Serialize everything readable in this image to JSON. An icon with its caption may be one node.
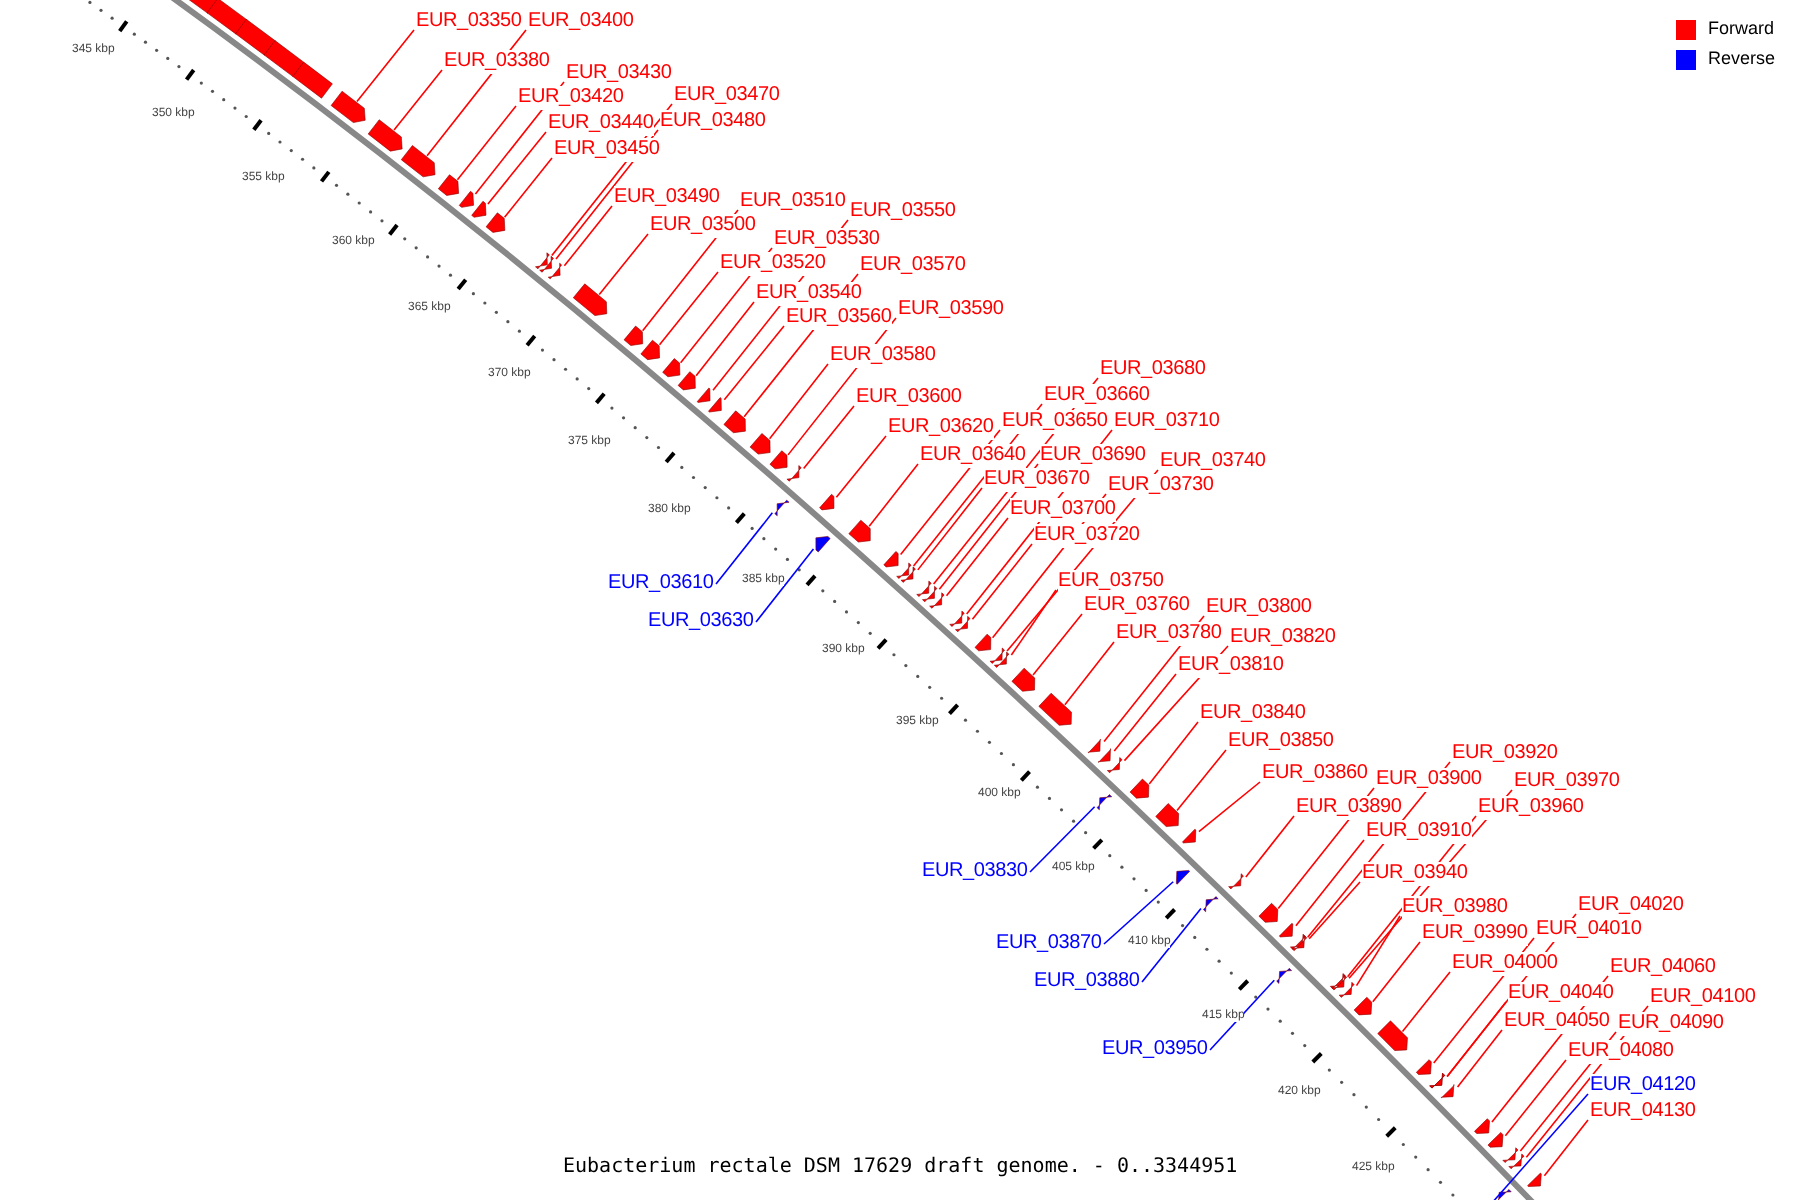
{
  "diagram": {
    "caption": "Eubacterium rectale DSM 17629 draft genome. - 0..3344951",
    "nodes": [
      {
        "text": [
          "EUR_03350"
        ]
      },
      {
        "text": [
          "EUR_03400"
        ]
      },
      {
        "text": [
          "EUR_03380"
        ]
      },
      {
        "text": [
          "EUR_03430"
        ]
      },
      {
        "text": [
          "EUR_03420"
        ]
      },
      {
        "text": [
          "EUR_03470"
        ]
      },
      {
        "text": [
          "EUR_03440"
        ]
      },
      {
        "text": [
          "EUR_03480"
        ]
      },
      {
        "text": [
          "EUR_03450"
        ]
      },
      {
        "text": [
          "EUR_03490"
        ]
      },
      {
        "text": [
          "EUR_03510"
        ]
      },
      {
        "text": [
          "EUR_03550"
        ]
      },
      {
        "text": [
          "EUR_03500"
        ]
      },
      {
        "text": [
          "EUR_03530"
        ]
      },
      {
        "text": [
          "EUR_03520"
        ]
      },
      {
        "text": [
          "EUR_03570"
        ]
      },
      {
        "text": [
          "EUR_03540"
        ]
      },
      {
        "text": [
          "EUR_03590"
        ]
      },
      {
        "text": [
          "EUR_03560"
        ]
      },
      {
        "text": [
          "EUR_03580"
        ]
      },
      {
        "text": [
          "EUR_03680"
        ]
      },
      {
        "text": [
          "EUR_03660"
        ]
      },
      {
        "text": [
          "EUR_03600"
        ]
      },
      {
        "text": [
          "EUR_03650"
        ]
      },
      {
        "text": [
          "EUR_03710"
        ]
      },
      {
        "text": [
          "EUR_03620"
        ]
      },
      {
        "text": [
          "EUR_03640"
        ]
      },
      {
        "text": [
          "EUR_03690"
        ]
      },
      {
        "text": [
          "EUR_03740"
        ]
      },
      {
        "text": [
          "EUR_03670"
        ]
      },
      {
        "text": [
          "EUR_03730"
        ]
      },
      {
        "text": [
          "EUR_03700"
        ]
      },
      {
        "text": [
          "EUR_03720"
        ]
      },
      {
        "text": [
          "EUR_03610"
        ]
      },
      {
        "text": [
          "EUR_03750"
        ]
      },
      {
        "text": [
          "EUR_03760"
        ]
      },
      {
        "text": [
          "EUR_03800"
        ]
      },
      {
        "text": [
          "EUR_03630"
        ]
      },
      {
        "text": [
          "EUR_03780"
        ]
      },
      {
        "text": [
          "EUR_03820"
        ]
      },
      {
        "text": [
          "EUR_03810"
        ]
      },
      {
        "text": [
          "EUR_03840"
        ]
      },
      {
        "text": [
          "EUR_03850"
        ]
      },
      {
        "text": [
          "EUR_03920"
        ]
      },
      {
        "text": [
          "EUR_03860"
        ]
      },
      {
        "text": [
          "EUR_03900"
        ]
      },
      {
        "text": [
          "EUR_03970"
        ]
      },
      {
        "text": [
          "EUR_03890"
        ]
      },
      {
        "text": [
          "EUR_03960"
        ]
      },
      {
        "text": [
          "EUR_03910"
        ]
      },
      {
        "text": [
          "EUR_03830"
        ]
      },
      {
        "text": [
          "EUR_03940"
        ]
      },
      {
        "text": [
          "EUR_03980"
        ]
      },
      {
        "text": [
          "EUR_04020"
        ]
      },
      {
        "text": [
          "EUR_03990"
        ]
      },
      {
        "text": [
          "EUR_04010"
        ]
      },
      {
        "text": [
          "EUR_03870"
        ]
      },
      {
        "text": [
          "EUR_04000"
        ]
      },
      {
        "text": [
          "EUR_04060"
        ]
      },
      {
        "text": [
          "EUR_03880"
        ]
      },
      {
        "text": [
          "EUR_04040"
        ]
      },
      {
        "text": [
          "EUR_04100"
        ]
      },
      {
        "text": [
          "EUR_04050"
        ]
      },
      {
        "text": [
          "EUR_04090"
        ]
      },
      {
        "text": [
          "EUR_03950"
        ]
      },
      {
        "text": [
          "EUR_04080"
        ]
      },
      {
        "text": [
          "EUR_04120"
        ]
      },
      {
        "text": [
          "EUR_04130"
        ]
      },
      {
        "text": [],
        "shape": "arrow"
      },
      {
        "text": [],
        "shape": "arrow"
      },
      {
        "text": [],
        "shape": "arrow"
      },
      {
        "text": [],
        "shape": "arrow"
      },
      {
        "text": [],
        "shape": "arrow"
      },
      {
        "text": [],
        "shape": "arrow"
      },
      {
        "text": [],
        "shape": "arrow"
      },
      {
        "text": [],
        "shape": "arrow"
      },
      {
        "text": [],
        "shape": "arrow"
      },
      {
        "text": [],
        "shape": "arrow"
      },
      {
        "text": [],
        "shape": "arrow"
      },
      {
        "text": [],
        "shape": "arrow"
      },
      {
        "text": [],
        "shape": "arrow"
      },
      {
        "text": [],
        "shape": "arrow"
      },
      {
        "text": [],
        "shape": "arrow"
      },
      {
        "text": [],
        "shape": "arrow"
      },
      {
        "text": [],
        "shape": "arrow"
      },
      {
        "text": [],
        "shape": "arrow"
      },
      {
        "text": [],
        "shape": "arrow"
      },
      {
        "text": [],
        "shape": "arrow"
      },
      {
        "text": [],
        "shape": "arrow"
      },
      {
        "text": [],
        "shape": "arrow"
      },
      {
        "text": [],
        "shape": "arrow"
      },
      {
        "text": [],
        "shape": "arrow"
      },
      {
        "text": [],
        "shape": "arrow"
      },
      {
        "text": [],
        "shape": "arrow"
      },
      {
        "text": [],
        "shape": "arrow"
      },
      {
        "text": [],
        "shape": "arrow"
      },
      {
        "text": [],
        "shape": "arrow"
      },
      {
        "text": [],
        "shape": "arrow"
      },
      {
        "text": [],
        "shape": "arrow"
      },
      {
        "text": [],
        "shape": "arrow"
      },
      {
        "text": [],
        "shape": "arrow"
      },
      {
        "text": [],
        "shape": "arrow"
      },
      {
        "text": [],
        "shape": "arrow"
      },
      {
        "text": [],
        "shape": "arrow"
      },
      {
        "text": [],
        "shape": "arrow"
      },
      {
        "text": [],
        "shape": "arrow"
      },
      {
        "text": [],
        "shape": "arrow"
      },
      {
        "text": [],
        "shape": "arrow"
      },
      {
        "text": [],
        "shape": "arrow"
      },
      {
        "text": [],
        "shape": "arrow"
      },
      {
        "text": [],
        "shape": "arrow"
      },
      {
        "text": [],
        "shape": "arrow"
      },
      {
        "text": [],
        "shape": "arrow"
      },
      {
        "text": [],
        "shape": "arrow"
      },
      {
        "text": [],
        "shape": "arrow"
      },
      {
        "text": [],
        "shape": "arrow"
      },
      {
        "text": [],
        "shape": "arrow"
      },
      {
        "text": [],
        "shape": "arrow"
      },
      {
        "text": [],
        "shape": "arrow"
      },
      {
        "text": [],
        "shape": "arrow"
      },
      {
        "text": [],
        "shape": "arrow"
      },
      {
        "text": [],
        "shape": "arrow"
      },
      {
        "text": [],
        "shape": "arrow"
      },
      {
        "text": [],
        "shape": "arrow"
      },
      {
        "text": [],
        "shape": "arrow"
      },
      {
        "text": [],
        "shape": "arrow"
      },
      {
        "text": [],
        "shape": "arrow"
      },
      {
        "text": [],
        "shape": "arrow"
      },
      {
        "text": [],
        "shape": "arrow"
      },
      {
        "text": [],
        "shape": "arrow"
      },
      {
        "text": [],
        "shape": "arrow"
      },
      {
        "text": [],
        "shape": "arrow"
      },
      {
        "text": [],
        "shape": "arrow"
      },
      {
        "text": [],
        "shape": "arrow"
      },
      {
        "text": [],
        "shape": "arrow"
      },
      {
        "text": [],
        "shape": "arrow"
      }
    ],
    "edges": [
      {
        "from": 0,
        "to": 68,
        "arrow": "none"
      },
      {
        "from": 1,
        "to": 70,
        "arrow": "none"
      },
      {
        "from": 2,
        "to": 69,
        "arrow": "none"
      },
      {
        "from": 3,
        "to": 72,
        "arrow": "none"
      },
      {
        "from": 4,
        "to": 71,
        "arrow": "none"
      },
      {
        "from": 5,
        "to": 75,
        "arrow": "none"
      },
      {
        "from": 6,
        "to": 73,
        "arrow": "none"
      },
      {
        "from": 7,
        "to": 76,
        "arrow": "none"
      },
      {
        "from": 8,
        "to": 74,
        "arrow": "none"
      },
      {
        "from": 9,
        "to": 77,
        "arrow": "none"
      },
      {
        "from": 10,
        "to": 79,
        "arrow": "none"
      },
      {
        "from": 11,
        "to": 83,
        "arrow": "none"
      },
      {
        "from": 12,
        "to": 78,
        "arrow": "none"
      },
      {
        "from": 13,
        "to": 81,
        "arrow": "none"
      },
      {
        "from": 14,
        "to": 80,
        "arrow": "none"
      },
      {
        "from": 15,
        "to": 85,
        "arrow": "none"
      },
      {
        "from": 16,
        "to": 82,
        "arrow": "none"
      },
      {
        "from": 17,
        "to": 87,
        "arrow": "none"
      },
      {
        "from": 18,
        "to": 84,
        "arrow": "none"
      },
      {
        "from": 19,
        "to": 86,
        "arrow": "none"
      },
      {
        "from": 20,
        "to": 96,
        "arrow": "none"
      },
      {
        "from": 21,
        "to": 94,
        "arrow": "none"
      },
      {
        "from": 22,
        "to": 88,
        "arrow": "none"
      },
      {
        "from": 23,
        "to": 93,
        "arrow": "none"
      },
      {
        "from": 24,
        "to": 99,
        "arrow": "none"
      },
      {
        "from": 25,
        "to": 90,
        "arrow": "none"
      },
      {
        "from": 26,
        "to": 92,
        "arrow": "none"
      },
      {
        "from": 27,
        "to": 97,
        "arrow": "none"
      },
      {
        "from": 28,
        "to": 102,
        "arrow": "none"
      },
      {
        "from": 29,
        "to": 95,
        "arrow": "none"
      },
      {
        "from": 30,
        "to": 101,
        "arrow": "none"
      },
      {
        "from": 31,
        "to": 98,
        "arrow": "none"
      },
      {
        "from": 32,
        "to": 100,
        "arrow": "none"
      },
      {
        "from": 33,
        "to": 89,
        "arrow": "none",
        "color": "#0000ff"
      },
      {
        "from": 34,
        "to": 103,
        "arrow": "none"
      },
      {
        "from": 35,
        "to": 104,
        "arrow": "none"
      },
      {
        "from": 36,
        "to": 106,
        "arrow": "none"
      },
      {
        "from": 37,
        "to": 91,
        "arrow": "none",
        "color": "#0000ff"
      },
      {
        "from": 38,
        "to": 105,
        "arrow": "none"
      },
      {
        "from": 39,
        "to": 108,
        "arrow": "none"
      },
      {
        "from": 40,
        "to": 107,
        "arrow": "none"
      },
      {
        "from": 41,
        "to": 110,
        "arrow": "none"
      },
      {
        "from": 42,
        "to": 111,
        "arrow": "none"
      },
      {
        "from": 43,
        "to": 118,
        "arrow": "none"
      },
      {
        "from": 44,
        "to": 112,
        "arrow": "none"
      },
      {
        "from": 45,
        "to": 116,
        "arrow": "none"
      },
      {
        "from": 46,
        "to": 122,
        "arrow": "none"
      },
      {
        "from": 47,
        "to": 115,
        "arrow": "none"
      },
      {
        "from": 48,
        "to": 121,
        "arrow": "none"
      },
      {
        "from": 49,
        "to": 117,
        "arrow": "none"
      },
      {
        "from": 50,
        "to": 109,
        "arrow": "none",
        "color": "#0000ff"
      },
      {
        "from": 51,
        "to": 119,
        "arrow": "none"
      },
      {
        "from": 52,
        "to": 123,
        "arrow": "none"
      },
      {
        "from": 53,
        "to": 127,
        "arrow": "none"
      },
      {
        "from": 54,
        "to": 124,
        "arrow": "none"
      },
      {
        "from": 55,
        "to": 126,
        "arrow": "none"
      },
      {
        "from": 56,
        "to": 113,
        "arrow": "none",
        "color": "#0000ff"
      },
      {
        "from": 57,
        "to": 125,
        "arrow": "none"
      },
      {
        "from": 58,
        "to": 130,
        "arrow": "none"
      },
      {
        "from": 59,
        "to": 114,
        "arrow": "none",
        "color": "#0000ff"
      },
      {
        "from": 60,
        "to": 128,
        "arrow": "none"
      },
      {
        "from": 61,
        "to": 133,
        "arrow": "none"
      },
      {
        "from": 62,
        "to": 129,
        "arrow": "none"
      },
      {
        "from": 63,
        "to": 132,
        "arrow": "none"
      },
      {
        "from": 64,
        "to": 120,
        "arrow": "none",
        "color": "#0000ff"
      },
      {
        "from": 65,
        "to": 131,
        "arrow": "none"
      },
      {
        "from": 66,
        "to": 134,
        "arrow": "none",
        "color": "#0000ff"
      },
      {
        "from": 67,
        "to": 135,
        "arrow": "none"
      }
    ],
    "labels": [
      "345 kbp",
      "350 kbp",
      "355 kbp",
      "360 kbp",
      "365 kbp",
      "370 kbp",
      "375 kbp",
      "380 kbp",
      "385 kbp",
      "390 kbp",
      "395 kbp",
      "400 kbp",
      "405 kbp",
      "410 kbp",
      "415 kbp",
      "420 kbp",
      "425 kbp"
    ],
    "legend": [
      {
        "text": "Forward",
        "color": "#ff0000"
      },
      {
        "text": "Reverse",
        "color": "#0000ff"
      }
    ]
  }
}
